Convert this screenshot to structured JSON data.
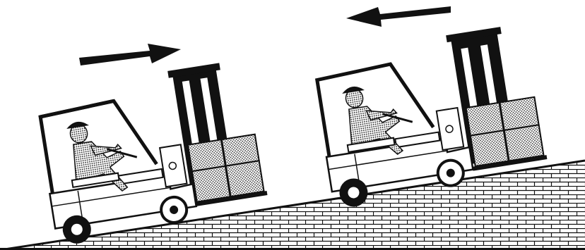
{
  "scene": {
    "background": "#ffffff",
    "ink": "#111111",
    "forklifts": [
      {
        "name": "forklift-left",
        "travel_direction": "uphill",
        "arrow_icon": "arrow-right-icon"
      },
      {
        "name": "forklift-right",
        "travel_direction": "downhill",
        "arrow_icon": "arrow-left-icon"
      }
    ]
  }
}
